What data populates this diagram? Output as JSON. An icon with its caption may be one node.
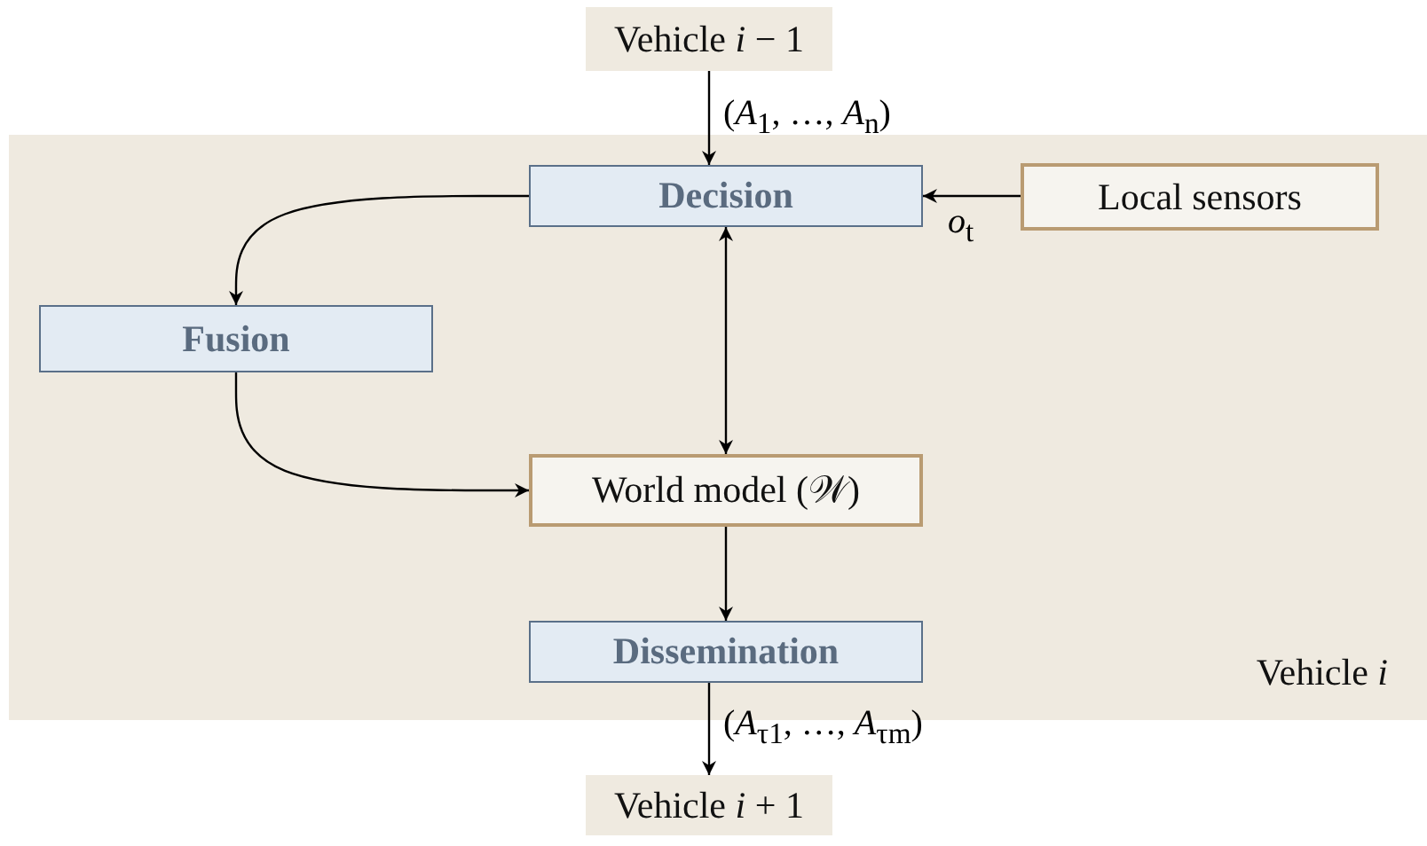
{
  "diagram": {
    "nodes": [
      {
        "text": [
          "Vehicle *i* − 1"
        ]
      },
      {
        "text": [
          "Vehicle *i*"
        ]
      },
      {
        "text": [
          "Decision"
        ],
        "in": 1
      },
      {
        "text": [
          "Local sensors"
        ],
        "in": 1
      },
      {
        "text": [
          "Fusion"
        ],
        "in": 1
      },
      {
        "text": [
          "World model (𝒲)"
        ],
        "in": 1
      },
      {
        "text": [
          "Dissemination"
        ],
        "in": 1
      },
      {
        "text": [
          "Vehicle *i* + 1"
        ]
      }
    ],
    "edges": [
      {
        "from": 0,
        "to": 2,
        "arrow": "to",
        "label": "(*A*$_{1}$, …, *A*$_{n}$)"
      },
      {
        "from": 3,
        "to": 2,
        "arrow": "to",
        "label": "*o*$_{t}$"
      },
      {
        "from": 2,
        "to": 4,
        "arrow": "to"
      },
      {
        "from": 4,
        "to": 5,
        "arrow": "to"
      },
      {
        "from": 2,
        "to": 5,
        "arrow": "both"
      },
      {
        "from": 5,
        "to": 6,
        "arrow": "to"
      },
      {
        "from": 6,
        "to": 7,
        "arrow": "to",
        "label": "(*A*$_{τ1}$, …, *A*$_{τm}$)"
      }
    ]
  }
}
